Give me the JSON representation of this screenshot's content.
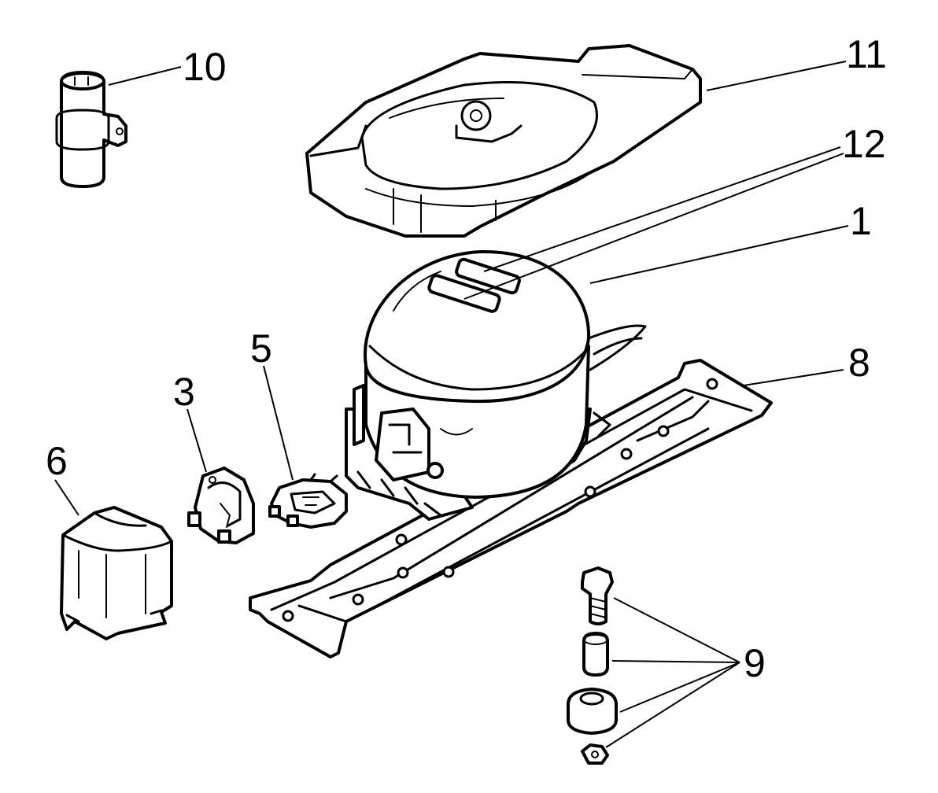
{
  "callouts": {
    "c1": "1",
    "c3": "3",
    "c5": "5",
    "c6": "6",
    "c8": "8",
    "c9": "9",
    "c10": "10",
    "c11": "11",
    "c12": "12"
  }
}
